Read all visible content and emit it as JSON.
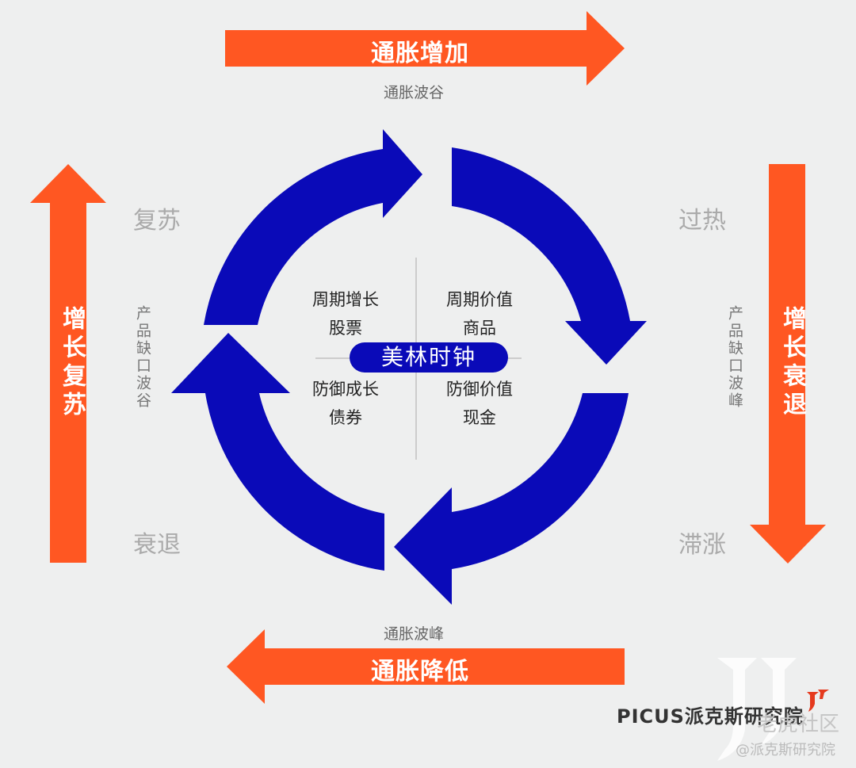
{
  "title": "美林时钟",
  "colors": {
    "orange": "#ff5722",
    "blue": "#0a0ab8",
    "background": "#eeefef"
  },
  "outer_arrows": {
    "top": {
      "label": "通胀增加",
      "sub": "通胀波谷",
      "direction": "right"
    },
    "bottom": {
      "label": "通胀降低",
      "sub": "通胀波峰",
      "direction": "left"
    },
    "left": {
      "label": "增长复苏",
      "sub": "产品缺口波谷",
      "direction": "up"
    },
    "right": {
      "label": "增长衰退",
      "sub": "产品缺口波峰",
      "direction": "down"
    }
  },
  "phases": {
    "top_left": "复苏",
    "top_right": "过热",
    "bottom_right": "滞涨",
    "bottom_left": "衰退"
  },
  "quadrants": {
    "top_left": {
      "line1": "周期增长",
      "line2": "股票"
    },
    "top_right": {
      "line1": "周期价值",
      "line2": "商品"
    },
    "bottom_left": {
      "line1": "防御成长",
      "line2": "债券"
    },
    "bottom_right": {
      "line1": "防御价值",
      "line2": "现金"
    }
  },
  "footer": {
    "brand": "PICUS派克斯研究院",
    "watermark": "老虎社区",
    "handle": "@派克斯研究院"
  }
}
